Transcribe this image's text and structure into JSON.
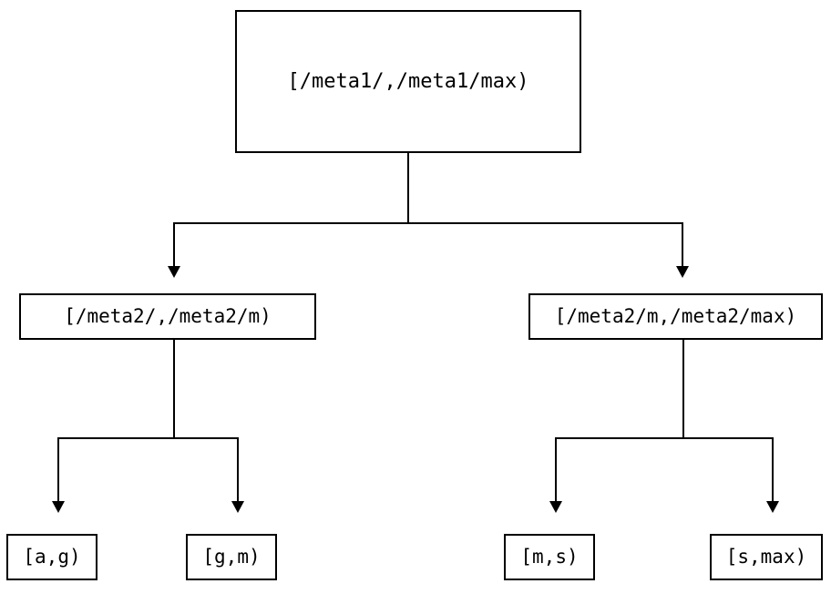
{
  "diagram": {
    "type": "tree",
    "title": "",
    "background_color": "#ffffff",
    "line_color": "#000000",
    "text_color": "#000000",
    "nodes": {
      "root": {
        "label": "[/meta1/,/meta1/max)"
      },
      "mid_left": {
        "label": "[/meta2/,/meta2/m)"
      },
      "mid_right": {
        "label": "[/meta2/m,/meta2/max)"
      },
      "leaf_1": {
        "label": "[a,g)"
      },
      "leaf_2": {
        "label": "[g,m)"
      },
      "leaf_3": {
        "label": "[m,s)"
      },
      "leaf_4": {
        "label": "[s,max)"
      }
    }
  }
}
